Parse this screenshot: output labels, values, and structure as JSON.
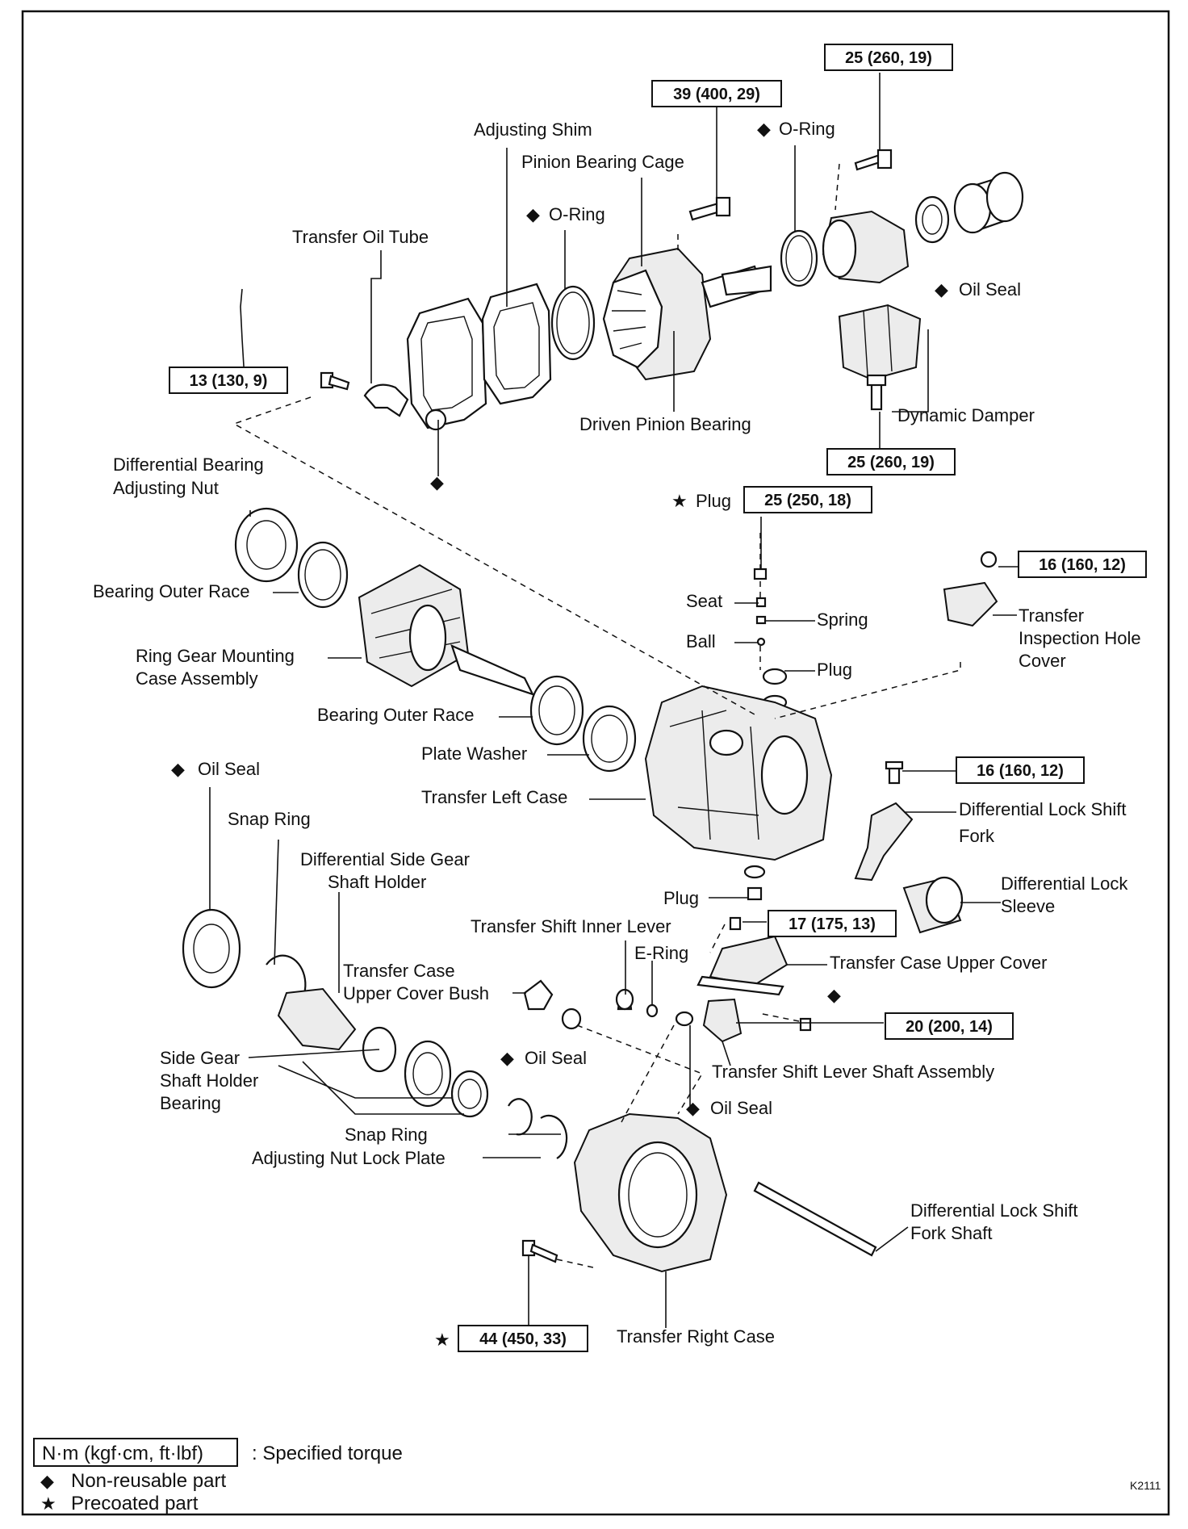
{
  "torques": {
    "t1": "25 (260, 19)",
    "t2": "39 (400, 29)",
    "t3": "13 (130, 9)",
    "t4": "25 (260, 19)",
    "t5": "25 (250, 18)",
    "t6": "16 (160, 12)",
    "t7": "16 (160, 12)",
    "t8": "17 (175, 13)",
    "t9": "20 (200, 14)",
    "t10": "44 (450, 33)"
  },
  "labels": {
    "adjusting_shim": "Adjusting Shim",
    "pinion_bearing_cage": "Pinion Bearing Cage",
    "oring_top": "O-Ring",
    "oring_mid": "O-Ring",
    "transfer_oil_tube": "Transfer Oil Tube",
    "oil_seal_top": "Oil Seal",
    "dynamic_damper": "Dynamic Damper",
    "driven_pinion_bearing": "Driven Pinion Bearing",
    "diff_bearing_adj_nut_1": "Differential Bearing",
    "diff_bearing_adj_nut_2": "Adjusting Nut",
    "plug_top": "Plug",
    "bearing_outer_race_1": "Bearing Outer Race",
    "seat": "Seat",
    "spring": "Spring",
    "ball": "Ball",
    "transfer_insp_1": "Transfer",
    "transfer_insp_2": "Inspection Hole",
    "transfer_insp_3": "Cover",
    "ring_gear_1": "Ring Gear Mounting",
    "ring_gear_2": "Case Assembly",
    "plug_mid": "Plug",
    "bearing_outer_race_2": "Bearing Outer Race",
    "plate_washer": "Plate Washer",
    "oil_seal_left": "Oil Seal",
    "transfer_left_case": "Transfer Left Case",
    "diff_lock_fork_1": "Differential Lock Shift",
    "diff_lock_fork_2": "Fork",
    "snap_ring_top": "Snap Ring",
    "diff_side_gear_1": "Differential Side Gear",
    "diff_side_gear_2": "Shaft Holder",
    "diff_lock_sleeve_1": "Differential Lock",
    "diff_lock_sleeve_2": "Sleeve",
    "plug_low": "Plug",
    "transfer_shift_inner_lever": "Transfer Shift Inner Lever",
    "e_ring": "E-Ring",
    "tc_upper_cover_bush_1": "Transfer Case",
    "tc_upper_cover_bush_2": "Upper Cover Bush",
    "transfer_case_upper_cover": "Transfer Case Upper Cover",
    "side_gear_1": "Side Gear",
    "side_gear_2": "Shaft Holder",
    "side_gear_3": "Bearing",
    "oil_seal_mid": "Oil Seal",
    "transfer_shift_lever_shaft": "Transfer Shift Lever Shaft Assembly",
    "oil_seal_low": "Oil Seal",
    "snap_ring_low": "Snap Ring",
    "adj_nut_lock_plate": "Adjusting Nut Lock Plate",
    "diff_lock_fork_shaft_1": "Differential Lock Shift",
    "diff_lock_fork_shaft_2": "Fork Shaft",
    "transfer_right_case": "Transfer Right Case"
  },
  "legend": {
    "unit": "N·m (kgf·cm, ft·lbf)",
    "unit_desc": ": Specified torque",
    "non_reusable": "Non-reusable part",
    "precoated": "Precoated part"
  },
  "symbols": {
    "diamond": "◆",
    "star": "★"
  },
  "figure_code": "K2111"
}
